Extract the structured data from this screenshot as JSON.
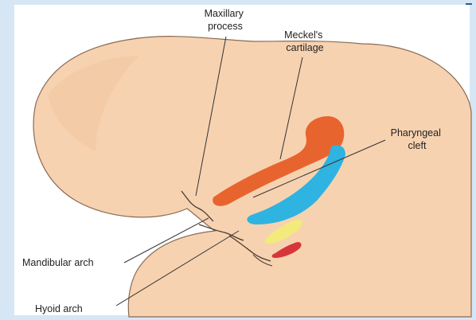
{
  "labels": {
    "maxillary_process": [
      "Maxillary",
      "process"
    ],
    "meckels_cartilage": [
      "Meckel's",
      "cartilage"
    ],
    "pharyngeal_cleft": [
      "Pharyngeal",
      "cleft"
    ],
    "mandibular_arch": "Mandibular arch",
    "hyoid_arch": "Hyoid arch"
  },
  "colors": {
    "embryo_fill": "#f7d2b0",
    "embryo_shade": "#efbf98",
    "outline": "#5a4a40",
    "meckels_cartilage": "#e8642e",
    "hyoid_cartilage": "#2fb3e0",
    "third_arch": "#f2ea7a",
    "fourth_arch": "#d6363a",
    "background_border": "#d6e6f4"
  }
}
